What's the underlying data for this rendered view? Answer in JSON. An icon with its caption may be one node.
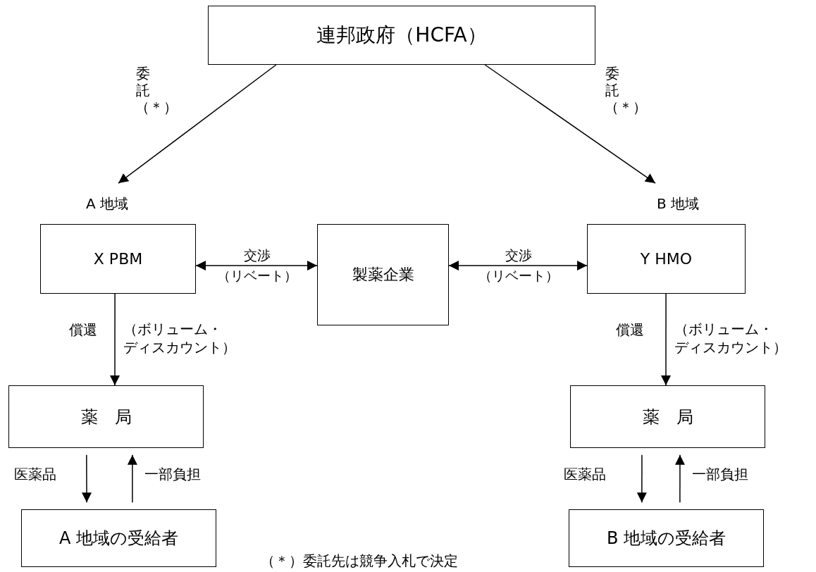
{
  "diagram": {
    "caption": "（＊）委託先は競争入札で決定",
    "nodes": [
      {
        "text": [
          "連邦政府（HCFA）"
        ]
      },
      {
        "text": [
          "A 地域"
        ]
      },
      {
        "text": [
          "B 地域"
        ]
      },
      {
        "text": [
          "X PBM"
        ]
      },
      {
        "text": [
          "製薬企業"
        ]
      },
      {
        "text": [
          "Y HMO"
        ]
      },
      {
        "text": [
          "薬　局"
        ]
      },
      {
        "text": [
          "薬　局"
        ]
      },
      {
        "text": [
          "A 地域の受給者"
        ]
      },
      {
        "text": [
          "B 地域の受給者"
        ]
      }
    ],
    "edges": [
      {
        "from": 0,
        "to": 1,
        "arrow": "to",
        "label": "委託（＊）"
      },
      {
        "from": 0,
        "to": 2,
        "arrow": "to",
        "label": "委託（＊）"
      },
      {
        "from": 3,
        "to": 4,
        "arrow": "both",
        "label": "交渉（リベート）"
      },
      {
        "from": 4,
        "to": 5,
        "arrow": "both",
        "label": "交渉（リベート）"
      },
      {
        "from": 3,
        "to": 6,
        "arrow": "to",
        "label": "償還"
      },
      {
        "from": 5,
        "to": 7,
        "arrow": "to",
        "label": "償還"
      },
      {
        "from": 6,
        "to": 8,
        "arrow": "to",
        "label": "医薬品"
      },
      {
        "from": 8,
        "to": 6,
        "arrow": "to",
        "label": "一部負担"
      },
      {
        "from": 7,
        "to": 9,
        "arrow": "to",
        "label": "医薬品"
      },
      {
        "from": 9,
        "to": 7,
        "arrow": "to",
        "label": "一部負担"
      }
    ],
    "labels": [
      "（ボリューム・ディスカウント）",
      "（ボリューム・ディスカウント）"
    ]
  }
}
